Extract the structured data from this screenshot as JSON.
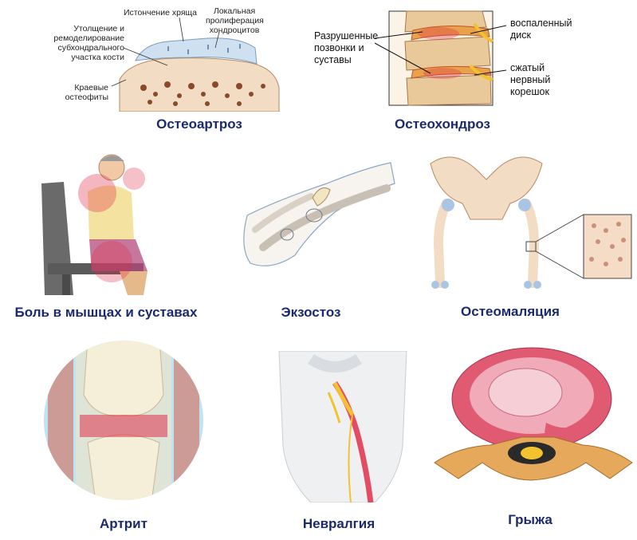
{
  "panels": {
    "osteoarthrosis": {
      "caption": "Остеоартроз",
      "labels": {
        "cartilage_thinning": "Истончение хряща",
        "local_proliferation": "Локальная пролиферация хондроцитов",
        "subchondral": "Утолщение и ремоделирование субхондрального участка кости",
        "osteophytes": "Краевые остеофиты"
      }
    },
    "osteochondrosis": {
      "caption": "Остеохондроз",
      "labels": {
        "destroyed": "Разрушенные позвонки и суставы",
        "inflamed_disc": "воспаленный диск",
        "compressed_root": "сжатый нервный корешок"
      }
    },
    "muscle_joint_pain": {
      "caption": "Боль в мышцах и суставах"
    },
    "exostosis": {
      "caption": "Экзостоз"
    },
    "osteomalacia": {
      "caption": "Остеомаляция"
    },
    "arthritis": {
      "caption": "Артрит"
    },
    "neuralgia": {
      "caption": "Невралгия"
    },
    "hernia": {
      "caption": "Грыжа"
    }
  },
  "colors": {
    "caption": "#1a2a6c",
    "bone": "#f3dcc4",
    "inflammation": "#e0304a",
    "nerve": "#f2c230"
  }
}
